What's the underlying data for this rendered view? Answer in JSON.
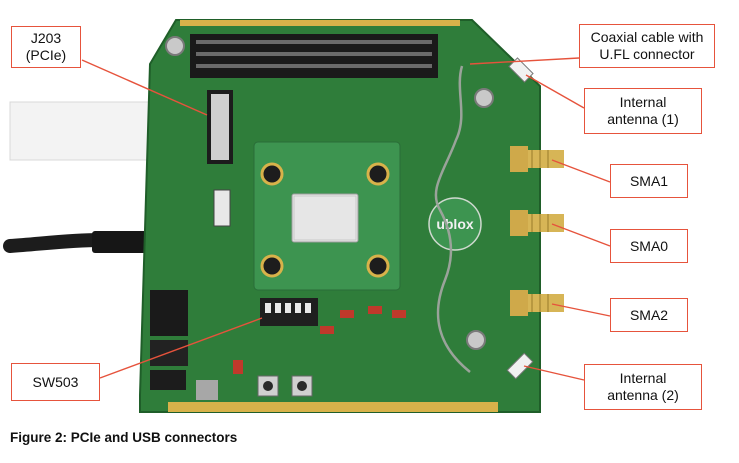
{
  "figure": {
    "caption": "Figure 2: PCIe and USB connectors",
    "board_logo": "ublox",
    "accent_color": "#e6533c",
    "pcb_color": "#2f7d3a",
    "callouts": {
      "j203": "J203\n(PCIe)",
      "sw503": "SW503",
      "coax": "Coaxial cable with\nU.FL connector",
      "internal_antenna_1": "Internal\nantenna (1)",
      "sma1": "SMA1",
      "sma0": "SMA0",
      "sma2": "SMA2",
      "internal_antenna_2": "Internal\nantenna (2)"
    }
  }
}
